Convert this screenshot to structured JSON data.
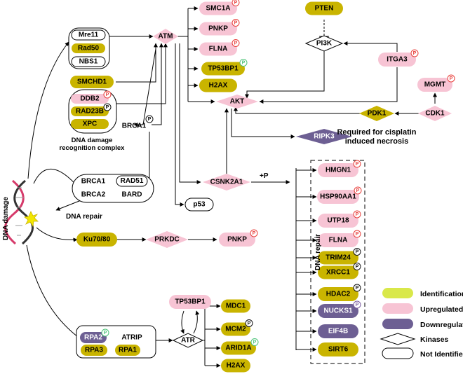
{
  "colors": {
    "identification": "#c9b400",
    "upregulated": "#f7c4d4",
    "downregulated": "#6d5f93",
    "kinase": "#f7c4d4",
    "not_identified": "#ffffff",
    "badge_red": "#e8403c",
    "badge_green": "#4fc47a",
    "badge_black": "#111111",
    "badge_purple": "#7a5da0"
  },
  "labels": {
    "dna_damage": "DNA damage",
    "dna_repair_left": "DNA repair",
    "dna_repair_right": "DNA repair",
    "recognition_complex_line1": "DNA damage",
    "recognition_complex_line2": "recognition complex",
    "cisplatin_line1": "Required for cisplatin",
    "cisplatin_line2": "induced necrosis",
    "plus_p": "+P"
  },
  "nodes": {
    "mre11": "Mre11",
    "rad50": "Rad50",
    "nbs1": "NBS1",
    "smchd1": "SMCHD1",
    "ddb2": "DDB2",
    "rad23b": "RAD23B",
    "xpc": "XPC",
    "atm": "ATM",
    "smc1a": "SMC1A",
    "pnkp_top": "PNKP",
    "flna_top": "FLNA",
    "tp53bp1_top": "TP53BP1",
    "h2ax_top": "H2AX",
    "akt": "AKT",
    "pten": "PTEN",
    "pi3k": "PI3K",
    "itga3": "ITGA3",
    "mgmt": "MGMT",
    "cdk1": "CDK1",
    "pdk1": "PDK1",
    "ripk3": "RIPK3",
    "brca1_side": "BRCA1",
    "brca1": "BRCA1",
    "rad51": "RAD51",
    "brca2": "BRCA2",
    "bard": "BARD",
    "csnk2a1": "CSNK2A1",
    "p53": "p53",
    "ku7080": "Ku70/80",
    "prkdc": "PRKDC",
    "pnkp_mid": "PNKP",
    "hmgn1": "HMGN1",
    "hsp90aa1": "HSP90AA1",
    "utp18": "UTP18",
    "flna_right": "FLNA",
    "trim24": "TRIM24",
    "xrcc1": "XRCC1",
    "hdac2": "HDAC2",
    "nucks1": "NUCKS1",
    "eif4b": "EIF4B",
    "sirt6": "SIRT6",
    "rpa2": "RPA2",
    "atrip": "ATRIP",
    "rpa3": "RPA3",
    "rpa1": "RPA1",
    "atr": "ATR",
    "tp53bp1_bottom": "TP53BP1",
    "mdc1": "MDC1",
    "mcm2": "MCM2",
    "arid1a": "ARID1A",
    "h2ax_bottom": "H2AX"
  },
  "badge_letter": "P",
  "legend": {
    "identification": "Identification",
    "upregulated": "Upregulated",
    "downregulated": "Downregulated",
    "kinases": "Kinases",
    "not_identified": "Not Identified"
  }
}
